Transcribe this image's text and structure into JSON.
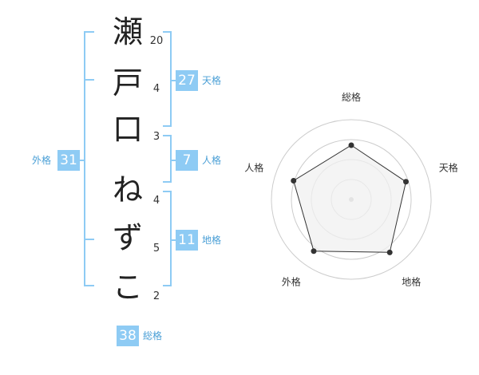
{
  "name_chars": [
    {
      "char": "瀬",
      "strokes": "20"
    },
    {
      "char": "戸",
      "strokes": "4"
    },
    {
      "char": "口",
      "strokes": "3"
    },
    {
      "char": "ね",
      "strokes": "4"
    },
    {
      "char": "ず",
      "strokes": "5"
    },
    {
      "char": "こ",
      "strokes": "2"
    }
  ],
  "fortunes": {
    "tenkaku": {
      "label": "天格",
      "value": "27"
    },
    "jinkaku": {
      "label": "人格",
      "value": "7"
    },
    "chikaku": {
      "label": "地格",
      "value": "11"
    },
    "gaikaku": {
      "label": "外格",
      "value": "31"
    },
    "soukaku": {
      "label": "総格",
      "value": "38"
    }
  },
  "chart_data": {
    "type": "radar",
    "axes": [
      "総格",
      "天格",
      "地格",
      "外格",
      "人格"
    ],
    "values": [
      0.68,
      0.72,
      0.82,
      0.8,
      0.76
    ],
    "rings": 4,
    "colors": {
      "line": "#333333",
      "fill": "#f0f0f0",
      "ring": "#cccccc",
      "bracket": "#8ecbf4"
    }
  }
}
